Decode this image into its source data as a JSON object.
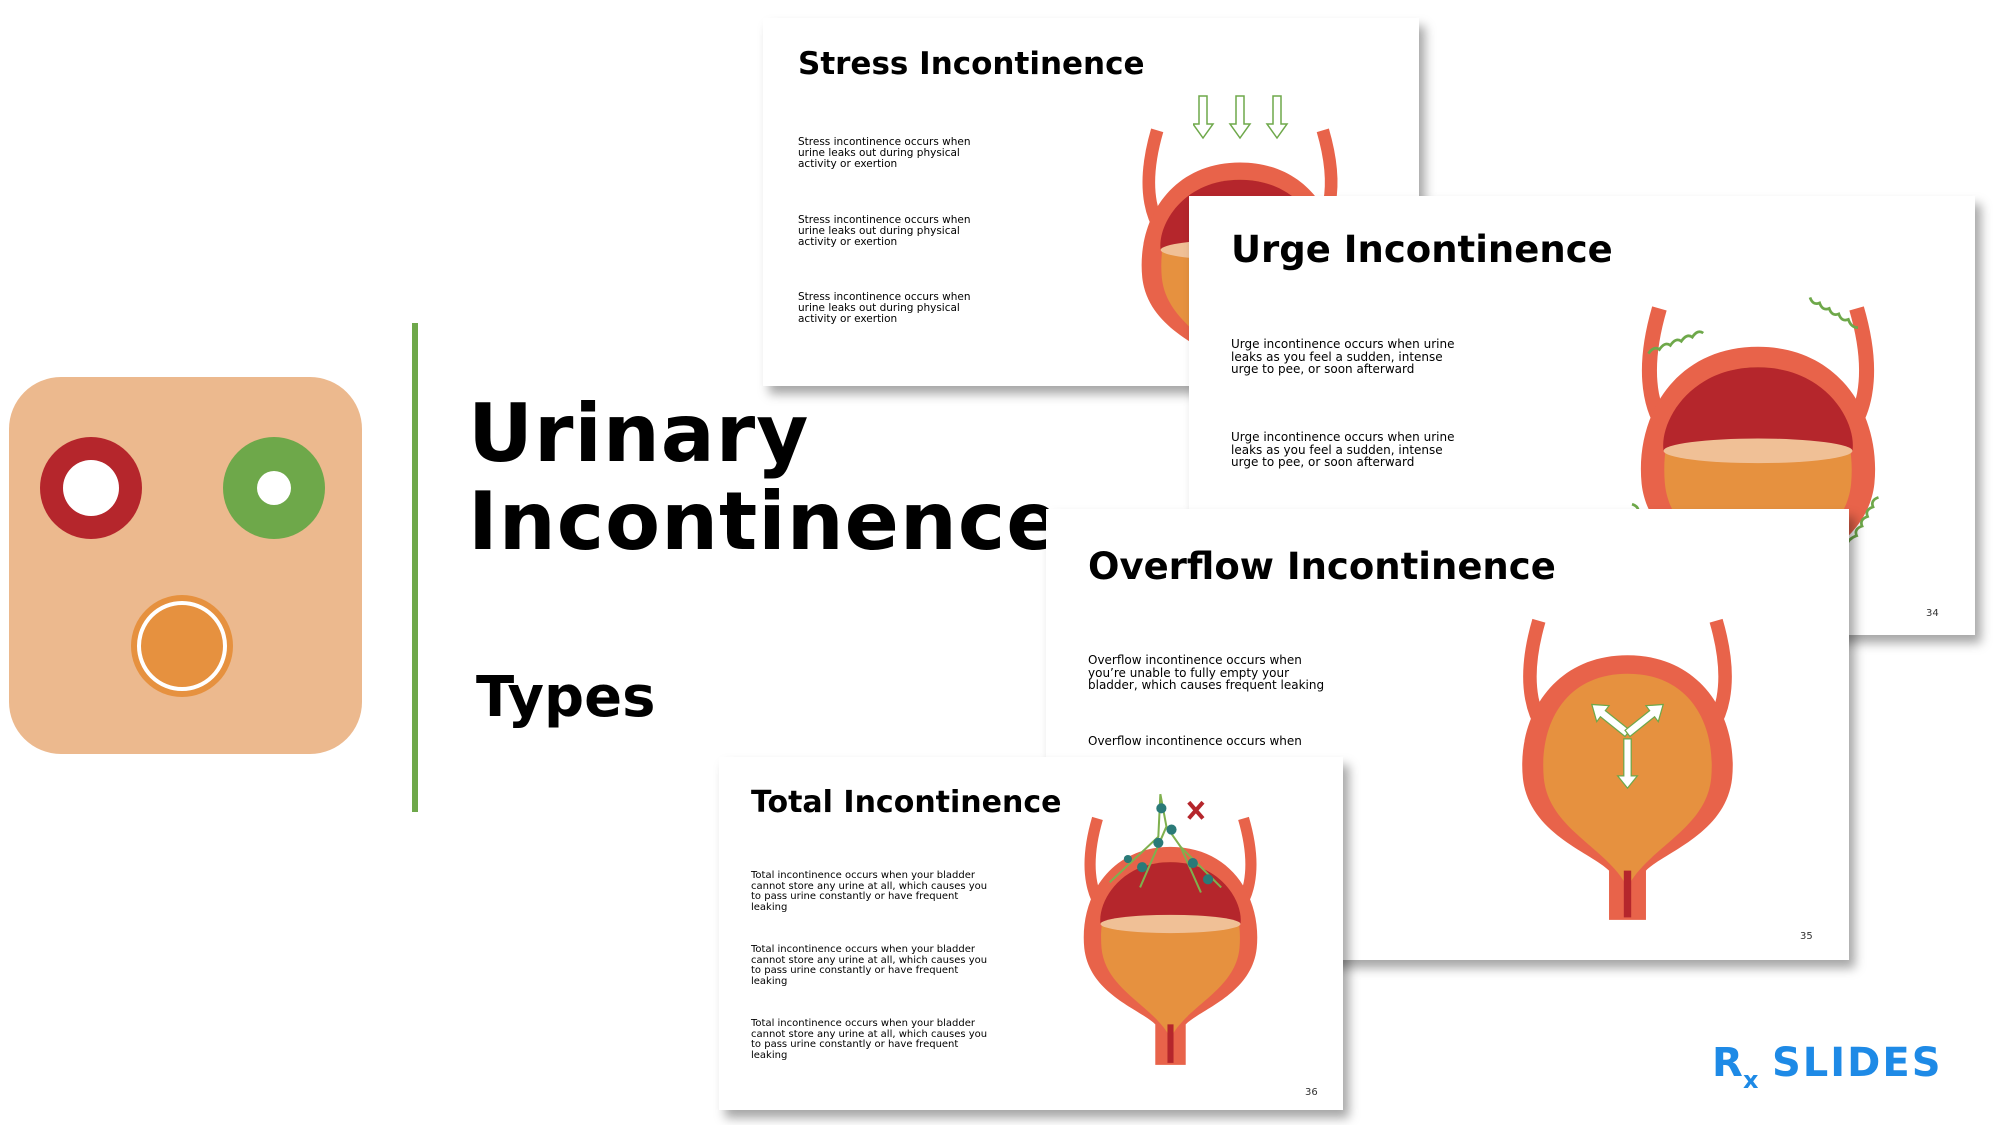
{
  "cover": {
    "title_line1": "Urinary",
    "title_line2": "Incontinence",
    "subtitle": "Types"
  },
  "colors": {
    "accent_green": "#6ea84a",
    "red": "#b5262c",
    "orange": "#e6913f",
    "coral": "#e8634a",
    "icon_bg": "#ecb98e",
    "logo_blue": "#1e8ae6"
  },
  "slides": {
    "stress": {
      "title": "Stress Incontinence",
      "paragraphs": [
        "Stress incontinence occurs when urine leaks out during physical activity or exertion",
        "Stress incontinence occurs when urine leaks out during physical activity or exertion",
        "Stress incontinence occurs when urine leaks out during physical activity or exertion"
      ],
      "icon": "down-arrows-icon"
    },
    "urge": {
      "title": "Urge Incontinence",
      "paragraphs": [
        "Urge incontinence occurs when urine leaks as you feel a sudden, intense urge to pee, or soon afterward",
        "Urge incontinence occurs when urine leaks as you feel a sudden, intense urge to pee, or soon afterward"
      ],
      "page": "34",
      "icon": "squiggle-lines-icon"
    },
    "overflow": {
      "title": "Overflow Incontinence",
      "paragraphs": [
        "Overflow incontinence occurs when you’re unable to fully empty your bladder, which causes frequent leaking",
        "Overflow incontinence occurs when"
      ],
      "page": "35",
      "icon": "three-way-arrow-icon"
    },
    "total": {
      "title": "Total Incontinence",
      "paragraphs": [
        "Total incontinence occurs when your bladder cannot store any urine at all, which causes you to pass urine constantly or have frequent leaking",
        "Total incontinence occurs when your bladder cannot store any urine at all, which causes you to pass urine constantly or have frequent leaking",
        "Total incontinence occurs when your bladder cannot store any urine at all, which causes you to pass urine constantly or have frequent leaking"
      ],
      "page": "36",
      "icon": "nerve-x-icon"
    }
  },
  "logo": {
    "text": "RxSLIDES"
  }
}
